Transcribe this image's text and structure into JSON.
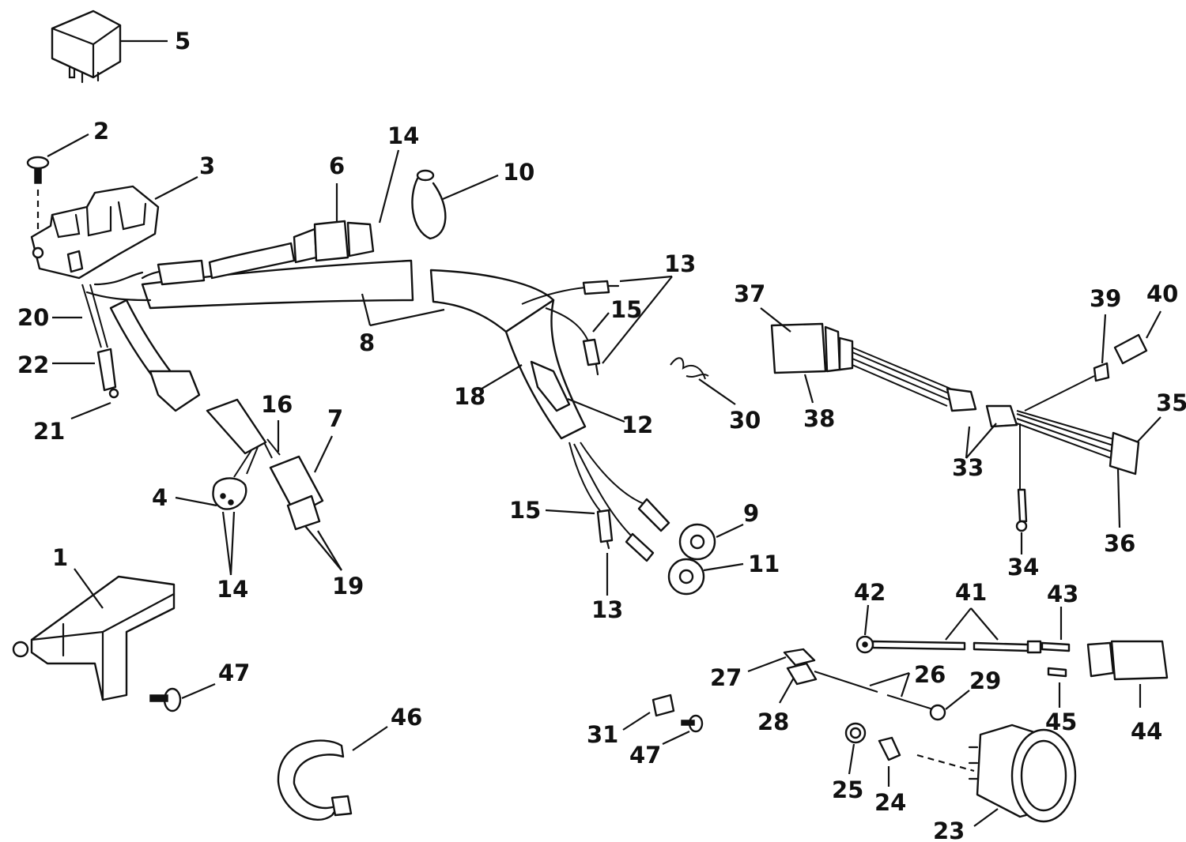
{
  "callouts": [
    {
      "id": "c5",
      "text": "5"
    },
    {
      "id": "c2",
      "text": "2"
    },
    {
      "id": "c3",
      "text": "3"
    },
    {
      "id": "c14a",
      "text": "14"
    },
    {
      "id": "c6",
      "text": "6"
    },
    {
      "id": "c10",
      "text": "10"
    },
    {
      "id": "c13a",
      "text": "13"
    },
    {
      "id": "c15a",
      "text": "15"
    },
    {
      "id": "c37",
      "text": "37"
    },
    {
      "id": "c39",
      "text": "39"
    },
    {
      "id": "c40",
      "text": "40"
    },
    {
      "id": "c20",
      "text": "20"
    },
    {
      "id": "c22",
      "text": "22"
    },
    {
      "id": "c21",
      "text": "21"
    },
    {
      "id": "c8",
      "text": "8"
    },
    {
      "id": "c18",
      "text": "18"
    },
    {
      "id": "c12",
      "text": "12"
    },
    {
      "id": "c30",
      "text": "30"
    },
    {
      "id": "c38",
      "text": "38"
    },
    {
      "id": "c33",
      "text": "33"
    },
    {
      "id": "c35",
      "text": "35"
    },
    {
      "id": "c16",
      "text": "16"
    },
    {
      "id": "c7",
      "text": "7"
    },
    {
      "id": "c4",
      "text": "4"
    },
    {
      "id": "c14b",
      "text": "14"
    },
    {
      "id": "c19",
      "text": "19"
    },
    {
      "id": "c15b",
      "text": "15"
    },
    {
      "id": "c9",
      "text": "9"
    },
    {
      "id": "c11",
      "text": "11"
    },
    {
      "id": "c13b",
      "text": "13"
    },
    {
      "id": "c36",
      "text": "36"
    },
    {
      "id": "c34",
      "text": "34"
    },
    {
      "id": "c1",
      "text": "1"
    },
    {
      "id": "c42",
      "text": "42"
    },
    {
      "id": "c41",
      "text": "41"
    },
    {
      "id": "c43",
      "text": "43"
    },
    {
      "id": "c47a",
      "text": "47"
    },
    {
      "id": "c27",
      "text": "27"
    },
    {
      "id": "c26",
      "text": "26"
    },
    {
      "id": "c29",
      "text": "29"
    },
    {
      "id": "c28",
      "text": "28"
    },
    {
      "id": "c45",
      "text": "45"
    },
    {
      "id": "c44",
      "text": "44"
    },
    {
      "id": "c46",
      "text": "46"
    },
    {
      "id": "c31",
      "text": "31"
    },
    {
      "id": "c47b",
      "text": "47"
    },
    {
      "id": "c25",
      "text": "25"
    },
    {
      "id": "c24",
      "text": "24"
    },
    {
      "id": "c23",
      "text": "23"
    }
  ]
}
